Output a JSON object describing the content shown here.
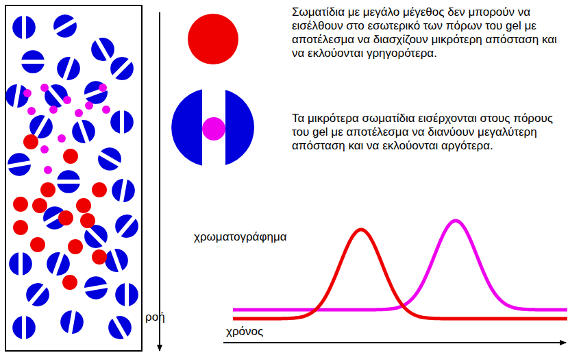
{
  "diagram": {
    "labels": [
      "Σωματίδια με μεγάλο μέγεθος δεν μπορούν να εισέλθουν στο εσωτερικό των πόρων του gel με αποτέλεσμα να διασχίζουν μικρότερη απόσταση και να εκλούονται γρηγορότερα.",
      "Τα μικρότερα σωματίδια εισέρχονται στους πόρους του gel με αποτέλεσμα να διανύουν μεγαλύτερη απόσταση και να εκλούονται αργότερα.",
      "χρωματογράφημα",
      "ροή",
      "χρόνος"
    ]
  }
}
